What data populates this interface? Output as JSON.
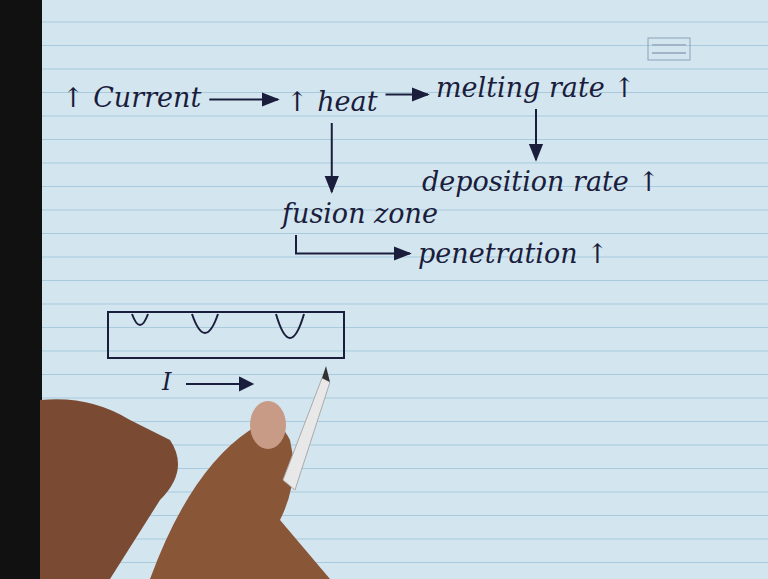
{
  "diagram": {
    "nodes": [
      {
        "text": [
          "↑ Current"
        ]
      },
      {
        "text": [
          "↑ heat"
        ]
      },
      {
        "text": [
          "melting rate ↑"
        ]
      },
      {
        "text": [
          "deposition rate ↑"
        ]
      },
      {
        "text": [
          "fusion zone"
        ]
      },
      {
        "text": [
          "penetration ↑"
        ]
      }
    ],
    "edges": [
      {
        "from": 0,
        "to": 1,
        "arrow": "to"
      },
      {
        "from": 1,
        "to": 2,
        "arrow": "to"
      },
      {
        "from": 2,
        "to": 3,
        "arrow": "to"
      },
      {
        "from": 1,
        "to": 4,
        "arrow": "to"
      },
      {
        "from": 4,
        "to": 5,
        "arrow": "to"
      }
    ],
    "labels": [
      "I"
    ]
  }
}
